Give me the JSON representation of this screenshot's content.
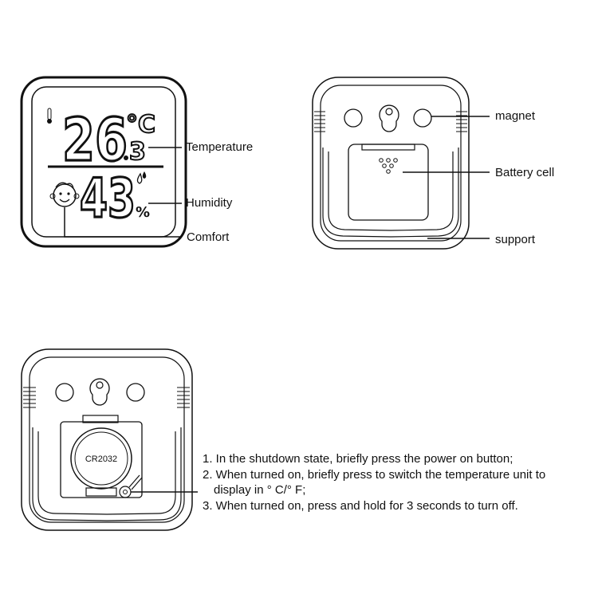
{
  "front_view": {
    "temperature_value": "26",
    "temperature_decimal": "3",
    "temperature_unit": "°C",
    "humidity_value": "43",
    "humidity_unit": "%",
    "labels": {
      "temperature": "Temperature",
      "humidity": "Humidity",
      "comfort": "Comfort"
    }
  },
  "back_view": {
    "labels": {
      "magnet": "magnet",
      "battery": "Battery cell",
      "support": "support"
    }
  },
  "open_back_view": {
    "battery_model": "CR2032",
    "instructions": [
      "1. In the shutdown state, briefly press the power on button;",
      "2. When turned on, briefly press to switch the temperature unit to",
      "display in ° C/° F;",
      "3. When turned on, press and hold for 3 seconds to turn off."
    ]
  }
}
